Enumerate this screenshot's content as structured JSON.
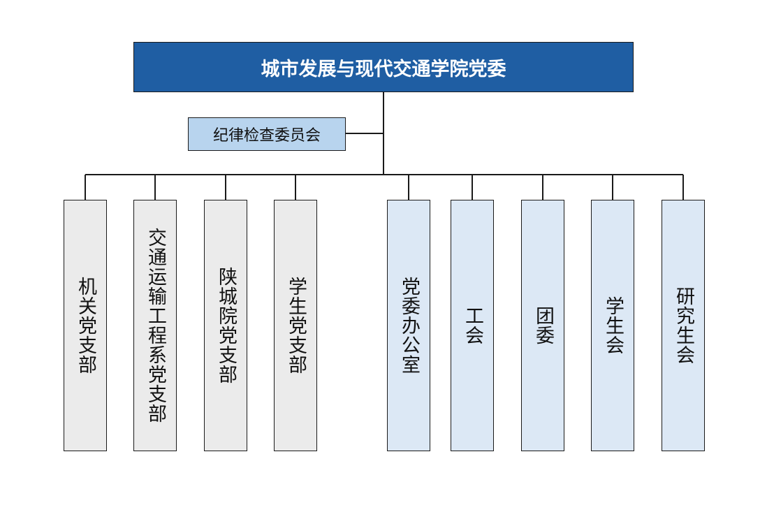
{
  "root": {
    "label": "城市发展与现代交通学院党委"
  },
  "discipline": {
    "label": "纪律检查委员会"
  },
  "units": [
    {
      "label": "机关党支部",
      "group": "branch"
    },
    {
      "label": "交通运输工程系党支部",
      "group": "branch"
    },
    {
      "label": "陕城院党支部",
      "group": "branch"
    },
    {
      "label": "学生党支部",
      "group": "branch"
    },
    {
      "label": "党委办公室",
      "group": "office"
    },
    {
      "label": "工会",
      "group": "office"
    },
    {
      "label": "团委",
      "group": "office"
    },
    {
      "label": "学生会",
      "group": "office"
    },
    {
      "label": "研究生会",
      "group": "office"
    }
  ],
  "colors": {
    "root_fill": "#1f5ea3",
    "discipline_fill": "#b8d4ee",
    "branch_fill": "#ebebeb",
    "office_fill": "#dce8f5",
    "line": "#1a1a1a"
  }
}
